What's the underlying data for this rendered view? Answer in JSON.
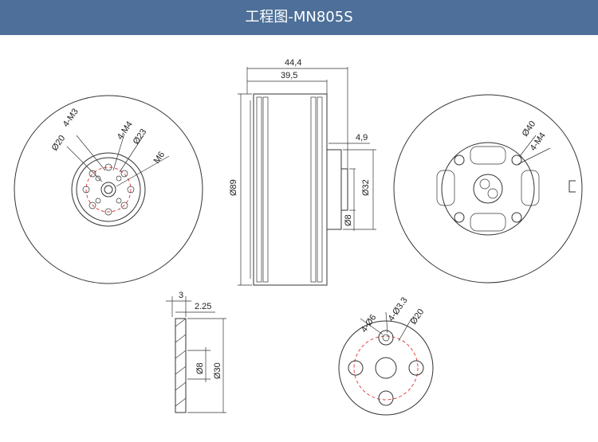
{
  "title": "工程图-MN805S",
  "colors": {
    "header": "#4d6f99",
    "line": "#333333",
    "center_circle": "#dd3333"
  },
  "top_view": {
    "labels": {
      "m3": "4-M3",
      "d20": "Ø20",
      "m4": "4-M4",
      "d23": "Ø23",
      "m6": "M6"
    }
  },
  "side_view": {
    "labels": {
      "overall": "44,4",
      "body": "39,5",
      "shaft_len": "4,9",
      "diameter": "Ø89",
      "hub": "Ø32",
      "shaft": "Ø8"
    }
  },
  "bottom_view": {
    "labels": {
      "d40": "Ø40",
      "m4": "4-M4"
    }
  },
  "adapter_side": {
    "labels": {
      "thick": "3",
      "step": "2.25",
      "bore": "Ø8",
      "outer": "Ø30"
    }
  },
  "adapter_face": {
    "labels": {
      "holes6": "4-Ø6",
      "holes33": "4-Ø3.3",
      "d20": "Ø20"
    }
  }
}
